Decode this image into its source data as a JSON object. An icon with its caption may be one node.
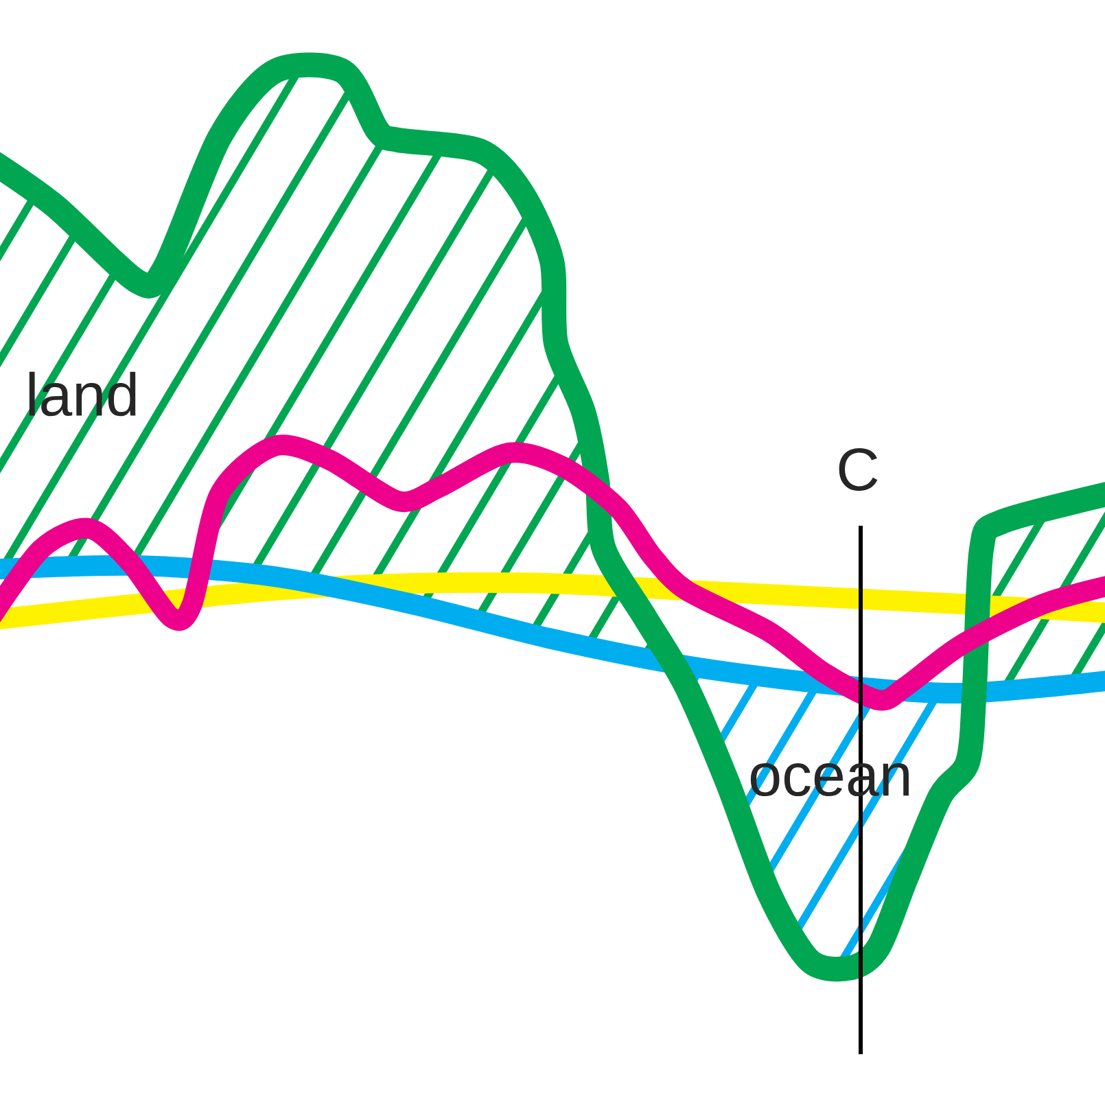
{
  "diagram": {
    "labels": [
      "land",
      "C",
      "ocean"
    ]
  }
}
